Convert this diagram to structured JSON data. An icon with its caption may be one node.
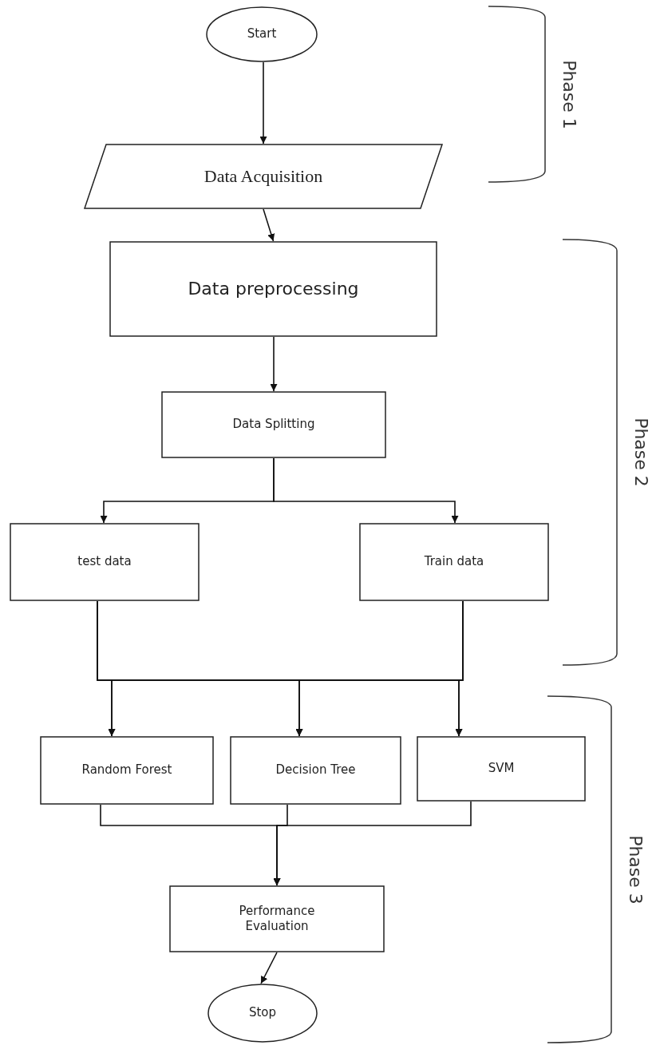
{
  "diagram": {
    "nodes": [
      {
        "text": [
          "Start"
        ]
      },
      {
        "text": [
          "Data Acquisition"
        ]
      },
      {
        "text": [
          "Data preprocessing"
        ]
      },
      {
        "text": [
          "Data Splitting"
        ]
      },
      {
        "text": [
          "test data"
        ]
      },
      {
        "text": [
          "Train data"
        ]
      },
      {
        "text": [
          "Random Forest"
        ]
      },
      {
        "text": [
          "Decision Tree"
        ]
      },
      {
        "text": [
          "SVM"
        ]
      },
      {
        "text": [
          "Performance Evaluation"
        ]
      },
      {
        "text": [
          "Stop"
        ]
      }
    ],
    "edges": [
      {
        "from": 0,
        "to": 1,
        "arrow": "to"
      },
      {
        "from": 1,
        "to": 2,
        "arrow": "to"
      },
      {
        "from": 2,
        "to": 3,
        "arrow": "to"
      },
      {
        "from": 3,
        "to": 4,
        "arrow": "to"
      },
      {
        "from": 3,
        "to": 5,
        "arrow": "to"
      },
      {
        "from": 4,
        "to": 6,
        "arrow": "to"
      },
      {
        "from": 4,
        "to": 7,
        "arrow": "to"
      },
      {
        "from": 4,
        "to": 8,
        "arrow": "to"
      },
      {
        "from": 5,
        "to": 6,
        "arrow": "to"
      },
      {
        "from": 5,
        "to": 7,
        "arrow": "to"
      },
      {
        "from": 5,
        "to": 8,
        "arrow": "to"
      },
      {
        "from": 6,
        "to": 9,
        "arrow": "to"
      },
      {
        "from": 7,
        "to": 9,
        "arrow": "to"
      },
      {
        "from": 8,
        "to": 9,
        "arrow": "to"
      },
      {
        "from": 9,
        "to": 10,
        "arrow": "to"
      }
    ],
    "labels": [
      "Phase 1",
      "Phase 2",
      "Phase 3"
    ]
  }
}
